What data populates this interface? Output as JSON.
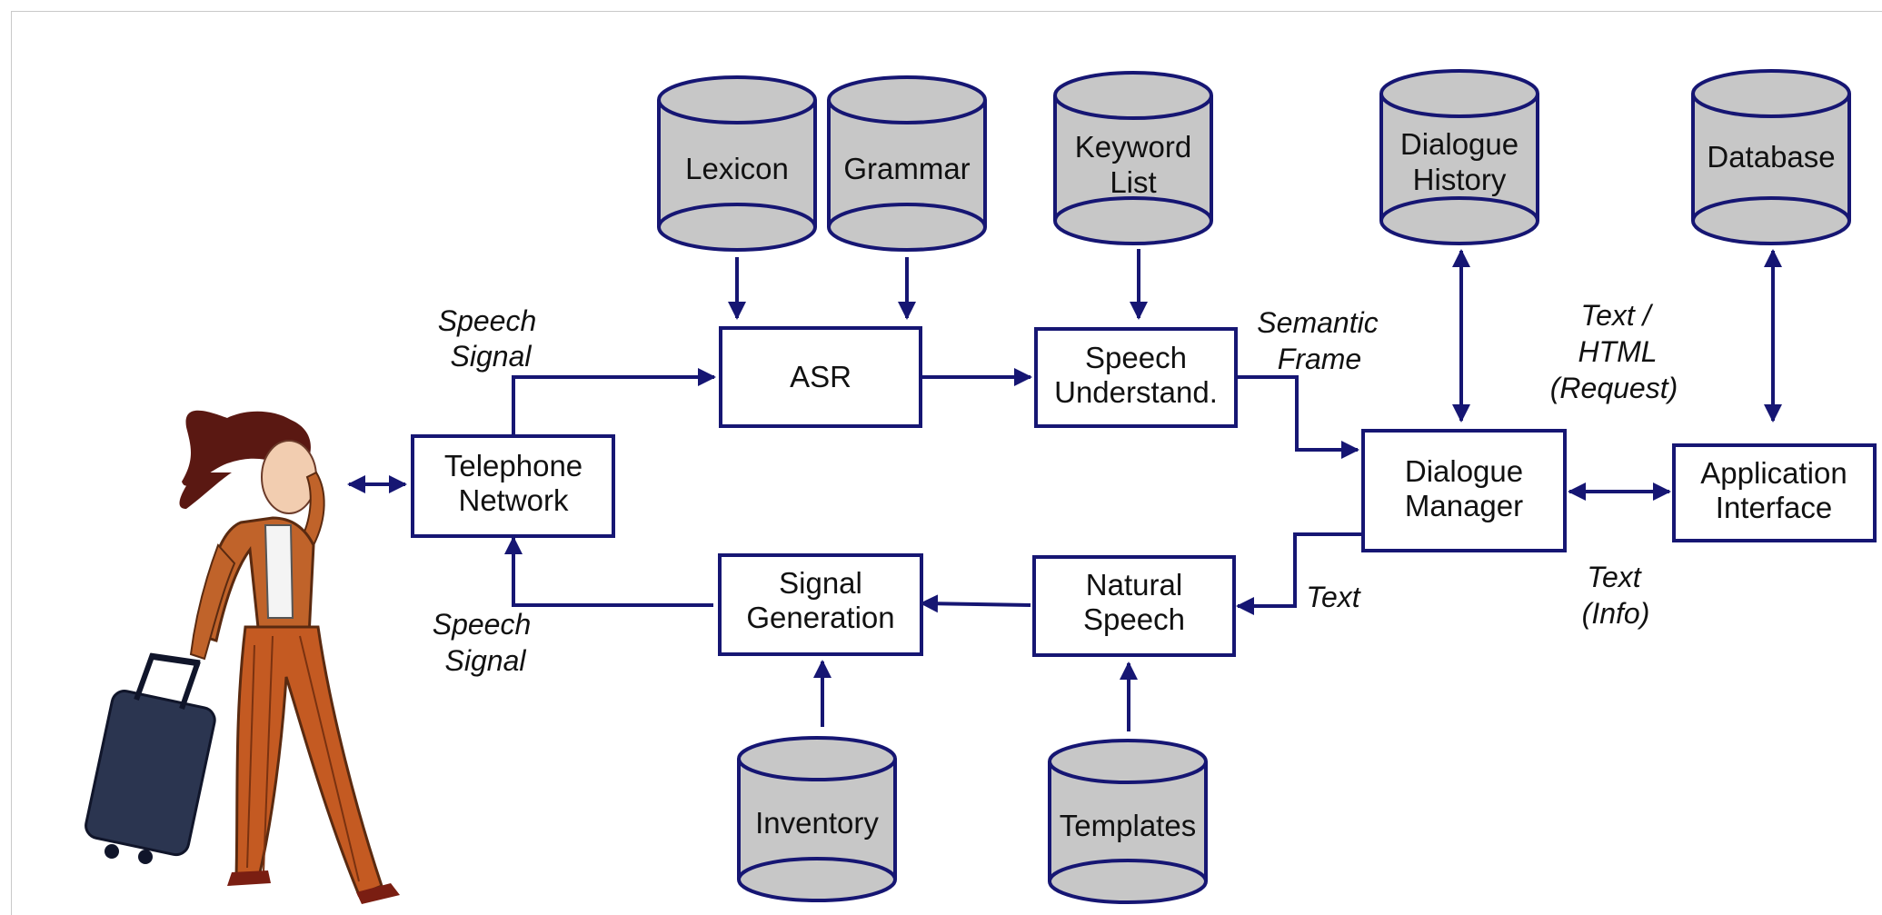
{
  "components": {
    "telephone_network": [
      "Telephone",
      "Network"
    ],
    "asr": [
      "ASR"
    ],
    "speech_understanding": [
      "Speech",
      "Understand."
    ],
    "dialogue_manager": [
      "Dialogue",
      "Manager"
    ],
    "application_interface": [
      "Application",
      "Interface"
    ],
    "natural_speech": [
      "Natural",
      "Speech"
    ],
    "signal_generation": [
      "Signal",
      "Generation"
    ]
  },
  "databases": {
    "lexicon": [
      "Lexicon"
    ],
    "grammar": [
      "Grammar"
    ],
    "keyword_list": [
      "Keyword",
      "List"
    ],
    "dialogue_history": [
      "Dialogue",
      "History"
    ],
    "database": [
      "Database"
    ],
    "inventory": [
      "Inventory"
    ],
    "templates": [
      "Templates"
    ]
  },
  "edge_labels": {
    "speech_signal_in": [
      "Speech",
      "Signal"
    ],
    "speech_signal_out": [
      "Speech",
      "Signal"
    ],
    "semantic_frame": [
      "Semantic",
      "Frame"
    ],
    "text_html_request": [
      "Text /",
      "HTML",
      "(Request)"
    ],
    "text_info": [
      "Text",
      "(Info)"
    ],
    "text": [
      "Text"
    ]
  },
  "colors": {
    "stroke": "#161673",
    "database_fill": "#c7c7c7",
    "box_fill": "#ffffff"
  }
}
